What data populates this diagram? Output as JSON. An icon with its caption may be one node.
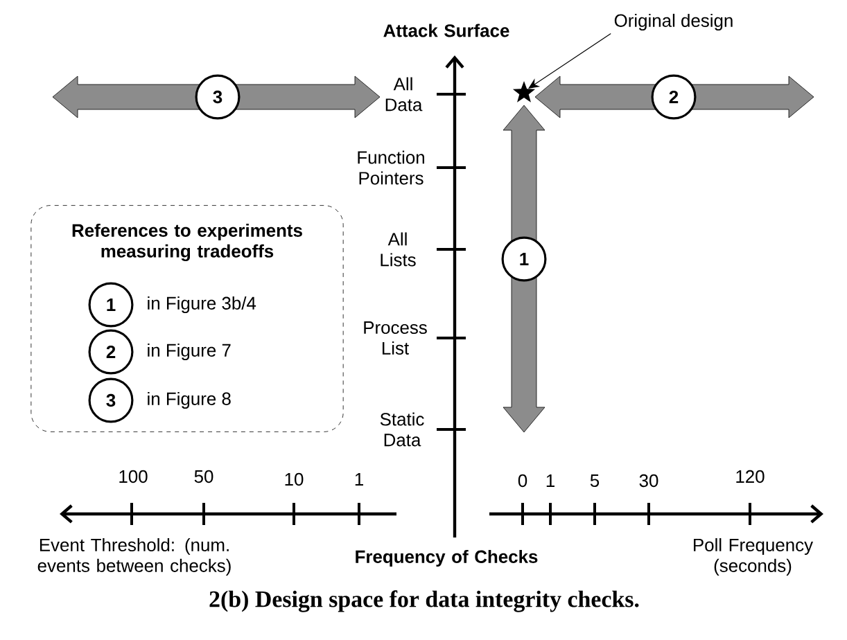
{
  "diagram": {
    "caption": "2(b) Design space for data integrity checks.",
    "nodes": [
      {
        "text": [
          "Original design"
        ]
      },
      {
        "text": [],
        "shape": "star"
      },
      {
        "text": [
          "3"
        ]
      },
      {
        "text": [
          "2"
        ]
      },
      {
        "text": [
          "1"
        ]
      },
      {
        "text": [
          "References to experiments measuring tradeoffs"
        ]
      },
      {
        "text": [
          "1"
        ],
        "in": 5,
        "beside": [
          "in Figure 3b/4"
        ]
      },
      {
        "text": [
          "2"
        ],
        "in": 5,
        "beside": [
          "in Figure 7"
        ]
      },
      {
        "text": [
          "3"
        ],
        "in": 5,
        "beside": [
          "in Figure 8"
        ]
      }
    ],
    "edges": [
      {
        "from": 0,
        "to": 1,
        "arrow": "to"
      }
    ],
    "labels": [
      "Attack Surface",
      "All Data",
      "Function Pointers",
      "All Lists",
      "Process List",
      "Static Data",
      "100",
      "50",
      "10",
      "1",
      "0",
      "1",
      "5",
      "30",
      "120",
      "Event Threshold: (num. events between checks)",
      "Frequency of Checks",
      "Poll Frequency (seconds)"
    ]
  }
}
